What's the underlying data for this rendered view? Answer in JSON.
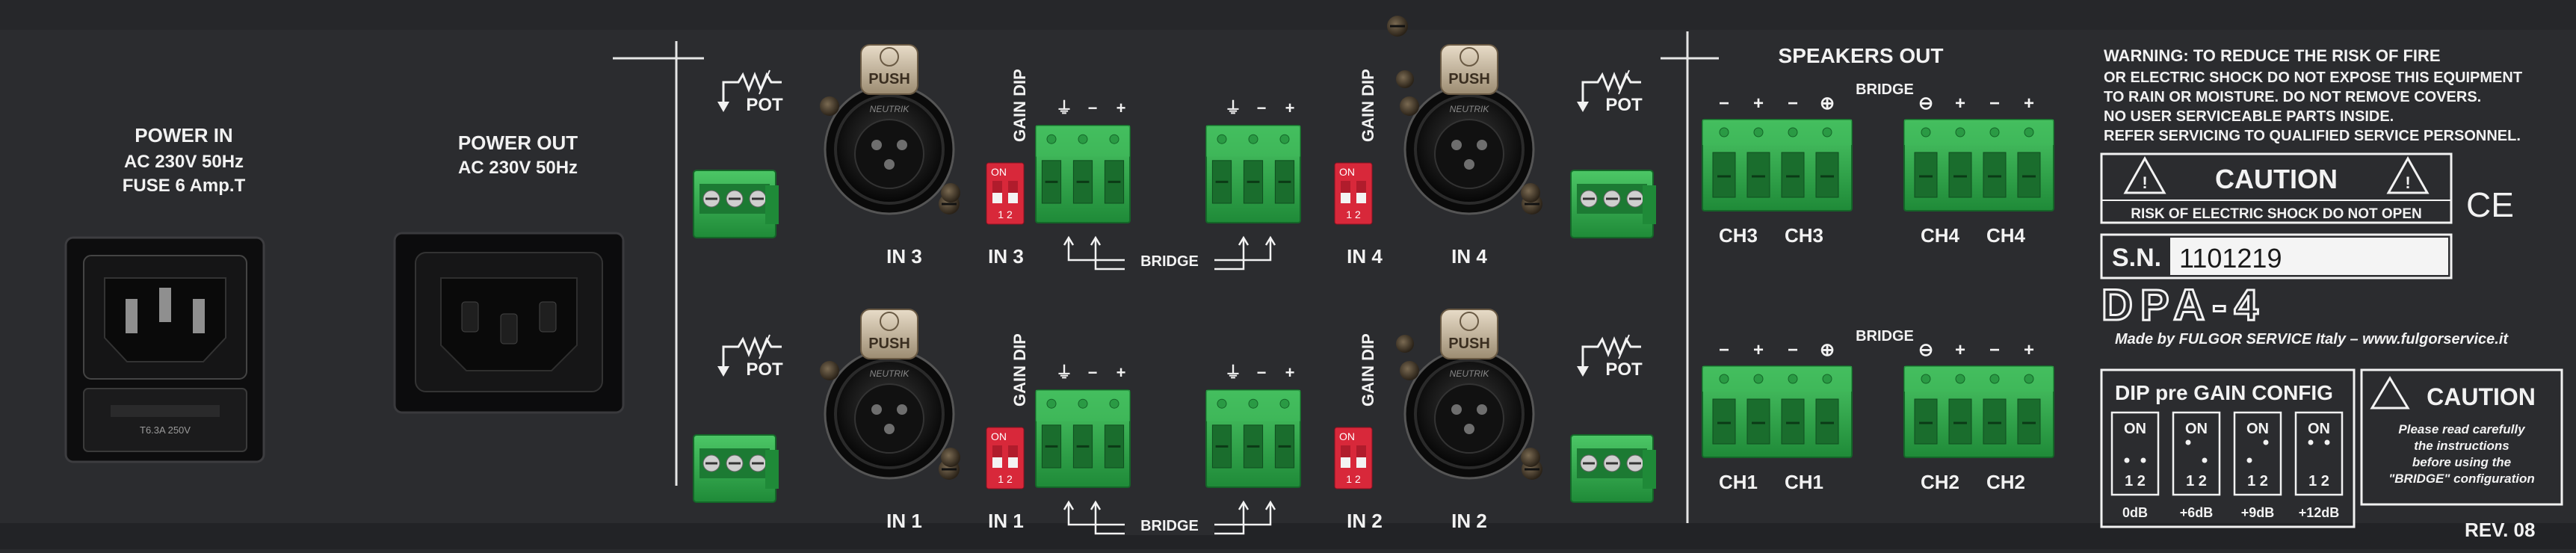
{
  "power_in": {
    "line1": "POWER IN",
    "line2": "AC 230V 50Hz",
    "line3": "FUSE 6 Amp.T",
    "fuse_label": "T6.3A 250V"
  },
  "power_out": {
    "line1": "POWER OUT",
    "line2": "AC 230V 50Hz"
  },
  "pot_label": "POT",
  "push_label": "PUSH",
  "xlr_brand": "NEUTRIK",
  "gain_dip_label": "GAIN DIP",
  "dip_on_label": "ON",
  "dip_numbers": "1 2",
  "terminal_symbols": {
    "ground": "⏚",
    "minus": "−",
    "plus": "+"
  },
  "bridge_label": "BRIDGE",
  "inputs": {
    "in3": "IN 3",
    "in4": "IN 4",
    "in1": "IN 1",
    "in2": "IN 2"
  },
  "speakers_out": {
    "title": "SPEAKERS OUT",
    "bridge": "BRIDGE",
    "ch3": "CH3",
    "ch4": "CH4",
    "ch1": "CH1",
    "ch2": "CH2",
    "bridge_minus": "⊖",
    "bridge_plus": "⊕"
  },
  "warning": {
    "line1": "WARNING: TO REDUCE THE RISK OF FIRE",
    "line2": "OR ELECTRIC SHOCK DO NOT EXPOSE THIS EQUIPMENT",
    "line3": "TO RAIN OR MOISTURE. DO NOT REMOVE COVERS.",
    "line4": "NO USER SERVICEABLE PARTS INSIDE.",
    "line5": "REFER SERVICING TO QUALIFIED SERVICE PERSONNEL."
  },
  "caution_box": {
    "title": "CAUTION",
    "subtitle": "RISK OF ELECTRIC SHOCK DO NOT OPEN",
    "mark": "!"
  },
  "ce_mark": "CE",
  "serial": {
    "label": "S.N.",
    "value": "1101219"
  },
  "model": "DPA-4",
  "made_by": "Made by FULGOR SERVICE Italy – www.fulgorservice.it",
  "dip_config": {
    "title": "DIP pre GAIN CONFIG",
    "on": "ON",
    "switch_numbers": "1 2",
    "settings": [
      "0dB",
      "+6dB",
      "+9dB",
      "+12dB"
    ]
  },
  "caution_bridge": {
    "title": "CAUTION",
    "line1": "Please read carefully",
    "line2": "the instructions",
    "line3": "before using the",
    "line4": "\"BRIDGE\" configuration"
  },
  "revision": "REV. 08",
  "colors": {
    "panel": "#2a2b2e",
    "terminal_green": "#2faa4a",
    "dip_red": "#d8283a",
    "label_white": "#f2f2f2"
  }
}
